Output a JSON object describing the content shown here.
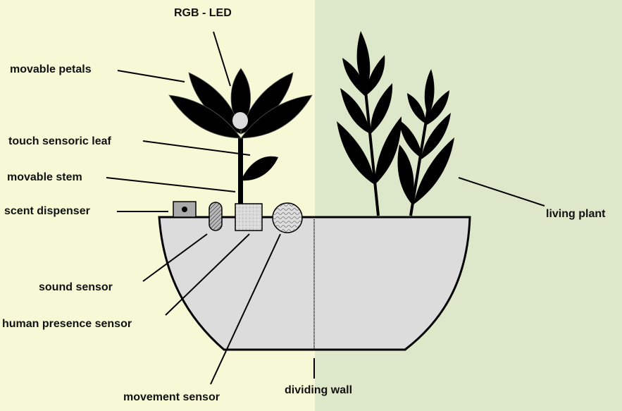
{
  "diagram": {
    "title": "Interactive flower pot with artificial and living plant",
    "colors": {
      "left_background": "#f7f8d5",
      "right_background": "#dde7c9",
      "pot_fill": "#dcdcdc",
      "silhouette": "#000000",
      "led": "#dcdcdc"
    },
    "labels": {
      "rgb_led": "RGB - LED",
      "movable_petals": "movable petals",
      "touch_leaf": "touch sensoric leaf",
      "movable_stem": "movable stem",
      "scent_dispenser": "scent dispenser",
      "sound_sensor": "sound sensor",
      "human_presence": "human presence sensor",
      "movement_sensor": "movement sensor",
      "dividing_wall": "dividing wall",
      "living_plant": "living plant"
    }
  }
}
